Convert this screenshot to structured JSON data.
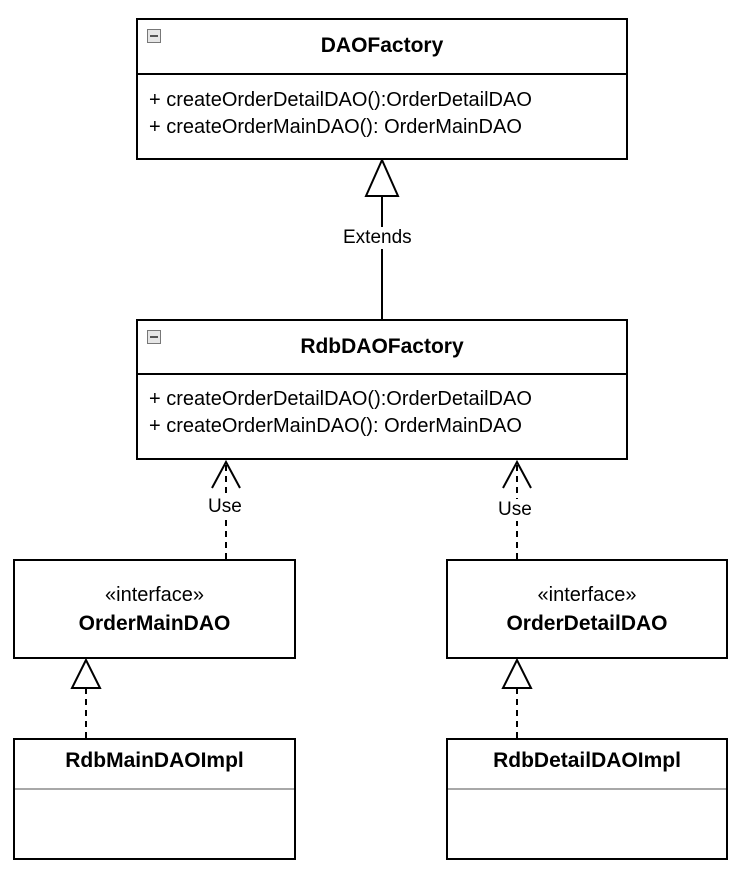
{
  "classes": {
    "dao_factory": {
      "name": "DAOFactory",
      "operations": [
        "+ createOrderDetailDAO():OrderDetailDAO",
        "+ createOrderMainDAO(): OrderMainDAO"
      ]
    },
    "rdb_dao_factory": {
      "name": "RdbDAOFactory",
      "operations": [
        "+ createOrderDetailDAO():OrderDetailDAO",
        "+ createOrderMainDAO(): OrderMainDAO"
      ]
    },
    "order_main_dao": {
      "stereotype": "«interface»",
      "name": "OrderMainDAO"
    },
    "order_detail_dao": {
      "stereotype": "«interface»",
      "name": "OrderDetailDAO"
    },
    "rdb_main_dao_impl": {
      "name": "RdbMainDAOImpl"
    },
    "rdb_detail_dao_impl": {
      "name": "RdbDetailDAOImpl"
    }
  },
  "relations": {
    "extends_label": "Extends",
    "use_main_label": "Use",
    "use_detail_label": "Use"
  }
}
